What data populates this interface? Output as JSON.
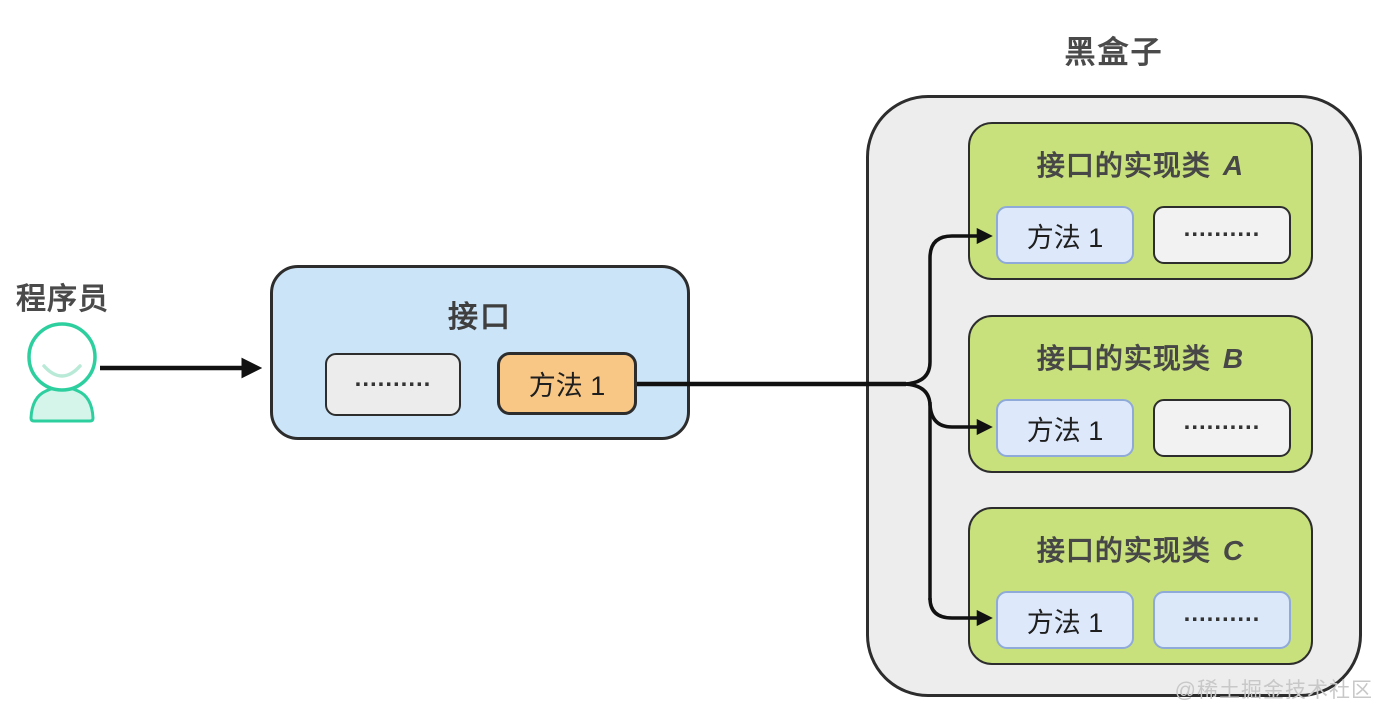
{
  "actor": {
    "label": "程序员"
  },
  "interface_box": {
    "title": "接口",
    "placeholder": "..........",
    "method_label": "方法 1"
  },
  "black_box": {
    "title": "黑盒子",
    "classes": [
      {
        "name": "接口的实现类",
        "letter": "A",
        "method_label": "方法 1",
        "placeholder": ".........."
      },
      {
        "name": "接口的实现类",
        "letter": "B",
        "method_label": "方法 1",
        "placeholder": ".........."
      },
      {
        "name": "接口的实现类",
        "letter": "C",
        "method_label": "方法 1",
        "placeholder": ".........."
      }
    ]
  },
  "watermark": "@稀土掘金技术社区",
  "colors": {
    "actor_teal": "#2ecf9f",
    "actor_body_fill": "#d6f5ea",
    "interface_blue": "#cbe4f8",
    "method_orange": "#f8c685",
    "class_green": "#c8e17c",
    "method_blue_fill": "#dde9fb",
    "method_blue_border": "#8fa9d9",
    "container_gray": "#ededed",
    "line_black": "#111111"
  }
}
